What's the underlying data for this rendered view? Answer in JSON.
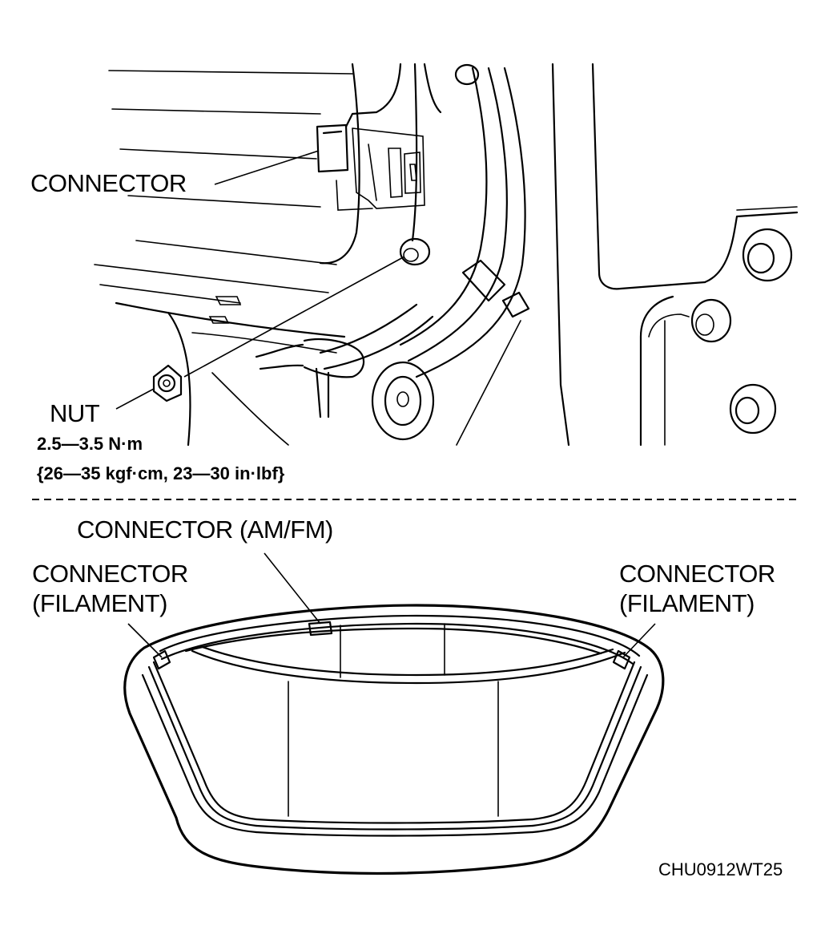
{
  "labels": {
    "connector_top": "CONNECTOR",
    "nut": "NUT",
    "torque_nm": "2.5—3.5 N·m",
    "torque_alt": "{26—35 kgf·cm, 23—30 in·lbf}",
    "connector_amfm": "CONNECTOR (AM/FM)",
    "connector_filament_left_1": "CONNECTOR",
    "connector_filament_left_2": "(FILAMENT)",
    "connector_filament_right_1": "CONNECTOR",
    "connector_filament_right_2": "(FILAMENT)",
    "figure_code": "CHU0912WT25"
  }
}
